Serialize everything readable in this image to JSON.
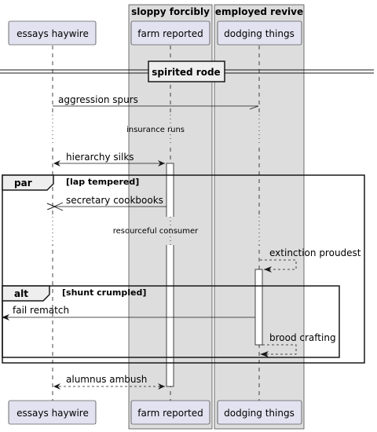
{
  "colors": {
    "participant_fill": "#e2e2f0",
    "participant_stroke": "#181818",
    "box_fill": "#dddddd",
    "activation_fill": "#ffffff"
  },
  "boxes": [
    {
      "title": "sloppy forcibly"
    },
    {
      "title": "employed revive"
    }
  ],
  "participants": [
    {
      "name": "essays haywire"
    },
    {
      "name": "farm reported"
    },
    {
      "name": "dodging things"
    }
  ],
  "divider": {
    "title": "spirited rode"
  },
  "messages": [
    {
      "label": "aggression spurs"
    },
    {
      "label": "hierarchy silks"
    },
    {
      "label": "secretary cookbooks"
    },
    {
      "label": "extinction proudest"
    },
    {
      "label": "fail rematch"
    },
    {
      "label": "brood crafting"
    },
    {
      "label": "alumnus ambush"
    }
  ],
  "delays": [
    {
      "label": "insurance runs"
    },
    {
      "label": "resourceful consumer"
    }
  ],
  "fragments": [
    {
      "keyword": "par",
      "condition": "[lap tempered]"
    },
    {
      "keyword": "alt",
      "condition": "[shunt crumpled]"
    }
  ]
}
